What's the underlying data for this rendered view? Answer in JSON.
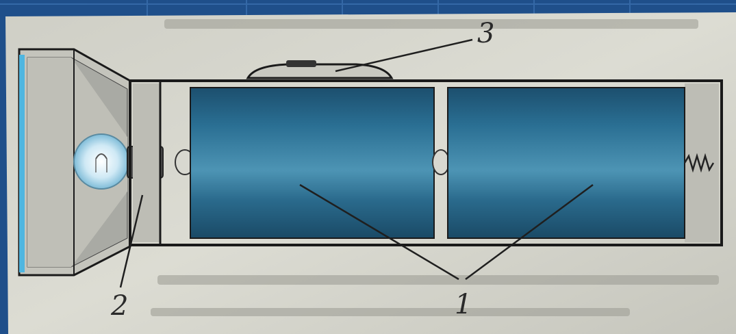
{
  "diagram": {
    "labels": {
      "batteries": "1",
      "lamp_contact": "2",
      "switch": "3"
    },
    "colors": {
      "background_blue": "#1f4f8a",
      "paper": "#d9d8cf",
      "battery_blue": "#2a6a8f",
      "outline": "#1a1a1a",
      "lamp_glow": "#b8e3f2"
    }
  }
}
